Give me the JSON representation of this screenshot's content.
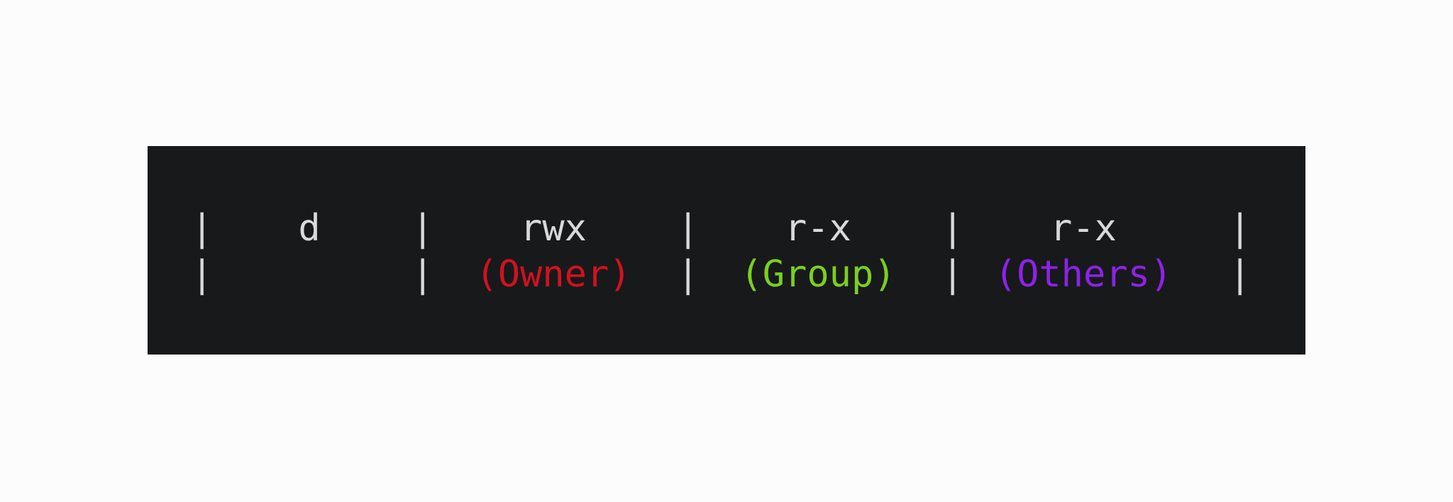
{
  "separator": "|",
  "columns": [
    {
      "value": "d",
      "label": ""
    },
    {
      "value": "rwx",
      "label": "(Owner)"
    },
    {
      "value": "r-x",
      "label": "(Group)"
    },
    {
      "value": "r-x",
      "label": "(Others)"
    }
  ],
  "colors": {
    "background": "#18191b",
    "page": "#fcfcfc",
    "text": "#d9d9d9",
    "owner": "#d0121f",
    "group": "#79d021",
    "others": "#8d22e8"
  }
}
